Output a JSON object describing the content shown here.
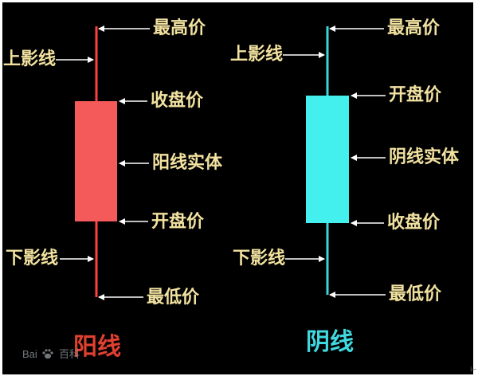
{
  "colors": {
    "background": "#000000",
    "label_text": "#f2e2a0",
    "arrows": "#ffffff",
    "yang_body": "#f45a5a",
    "yang_wick": "#ff4040",
    "yin_body": "#44f0ee",
    "yin_wick": "#38d8da",
    "yang_caption": "#e04030",
    "yin_caption": "#40d8e0"
  },
  "yang": {
    "high": "最高价",
    "upper_shadow": "上影线",
    "close": "收盘价",
    "body": "阳线实体",
    "open": "开盘价",
    "lower_shadow": "下影线",
    "low": "最低价",
    "caption": "阳线"
  },
  "yin": {
    "high": "最高价",
    "upper_shadow": "上影线",
    "open": "开盘价",
    "body": "阴线实体",
    "close": "收盘价",
    "lower_shadow": "下影线",
    "low": "最低价",
    "caption": "阴线"
  },
  "watermark": {
    "text_left": "Bai",
    "text_right": "百科"
  }
}
